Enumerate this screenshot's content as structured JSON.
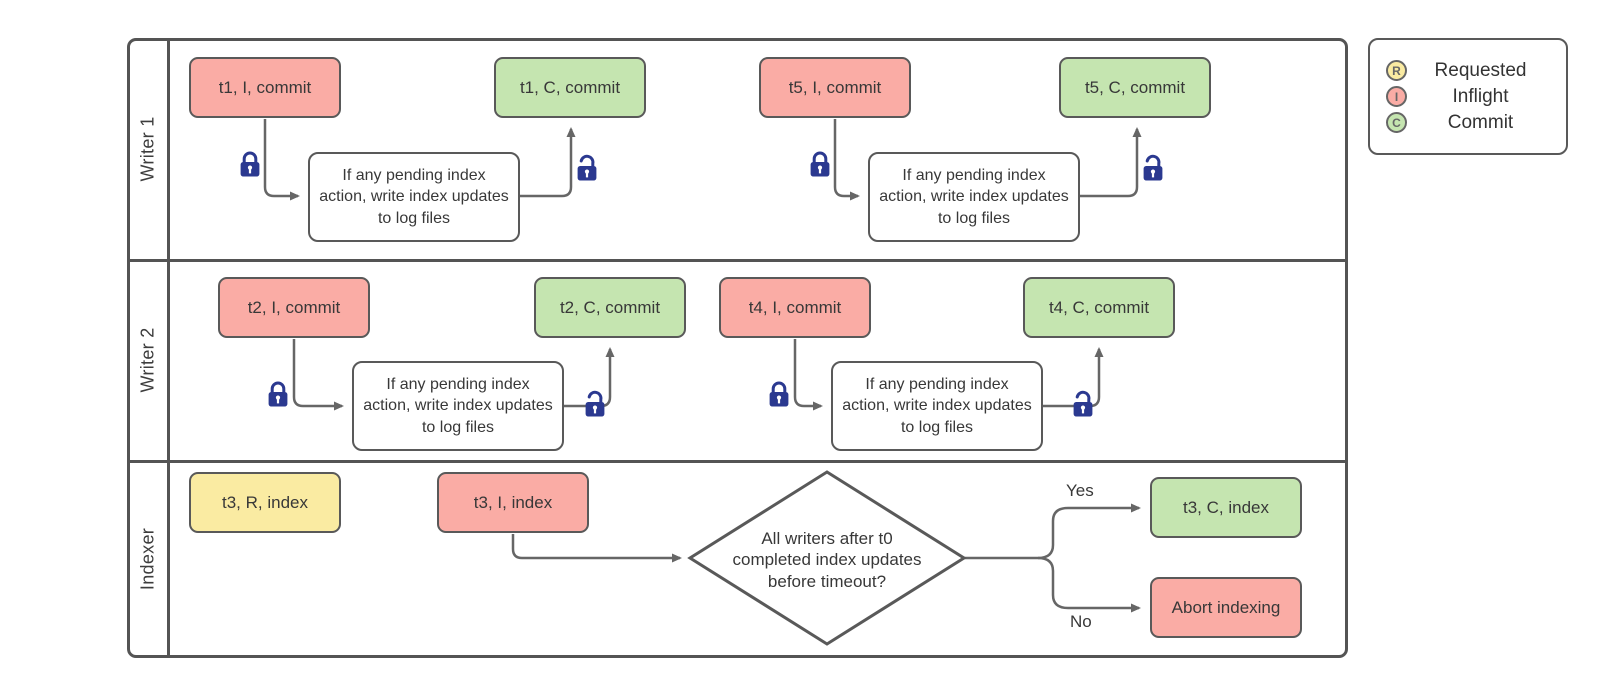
{
  "lanes": [
    {
      "label": "Writer 1"
    },
    {
      "label": "Writer 2"
    },
    {
      "label": "Indexer"
    }
  ],
  "process_note": "If any pending index action, write index updates to log files",
  "nodes": {
    "t1_inflight": {
      "label": "t1, I, commit"
    },
    "t1_commit": {
      "label": "t1, C, commit"
    },
    "t5_inflight": {
      "label": "t5, I, commit"
    },
    "t5_commit": {
      "label": "t5, C, commit"
    },
    "t2_inflight": {
      "label": "t2, I, commit"
    },
    "t2_commit": {
      "label": "t2, C, commit"
    },
    "t4_inflight": {
      "label": "t4, I, commit"
    },
    "t4_commit": {
      "label": "t4, C, commit"
    },
    "t3_requested": {
      "label": "t3, R, index"
    },
    "t3_inflight": {
      "label": "t3, I, index"
    },
    "t3_commit": {
      "label": "t3, C, index"
    },
    "abort_indexing": {
      "label": "Abort indexing"
    }
  },
  "decision": {
    "label": "All writers after t0 completed index updates before timeout?",
    "yes_label": "Yes",
    "no_label": "No"
  },
  "legend": {
    "items": [
      {
        "letter": "R",
        "label": "Requested",
        "fill": "#FAEBA2"
      },
      {
        "letter": "I",
        "label": "Inflight",
        "fill": "#FAACA5"
      },
      {
        "letter": "C",
        "label": "Commit",
        "fill": "#C5E5B0"
      }
    ]
  },
  "colors": {
    "inflight": "#FAACA5",
    "commit": "#C5E5B0",
    "requested": "#FAEBA2",
    "process_fill": "#FFFFFF",
    "node_border": "#595959",
    "connector": "#666666",
    "lock": "#2B3990"
  }
}
